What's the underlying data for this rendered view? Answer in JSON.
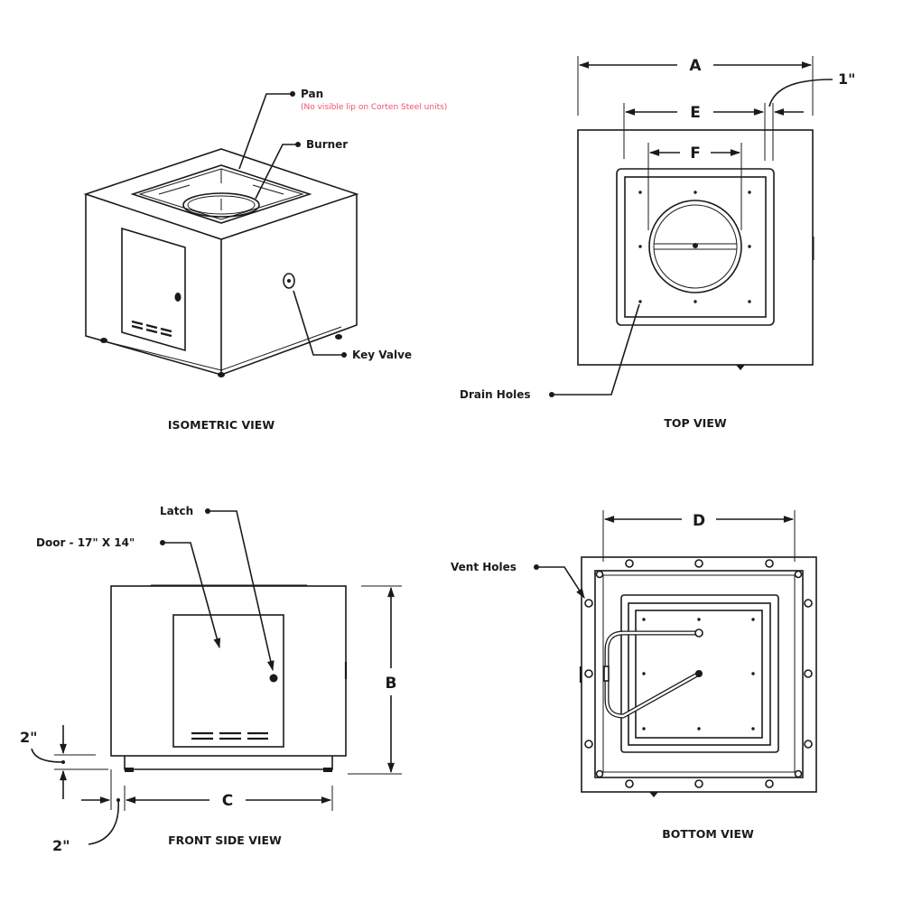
{
  "views": {
    "isometric": {
      "title": "ISOMETRIC VIEW",
      "callouts": {
        "pan": "Pan",
        "pan_note": "(No visible lip on Corten Steel units)",
        "burner": "Burner",
        "key_valve": "Key Valve"
      }
    },
    "top": {
      "title": "TOP VIEW",
      "dimensions": {
        "a": "A",
        "e": "E",
        "f": "F",
        "offset": "1\""
      },
      "callouts": {
        "drain_holes": "Drain Holes"
      }
    },
    "front_side": {
      "title": "FRONT SIDE VIEW",
      "dimensions": {
        "b": "B",
        "c": "C",
        "leg_height": "2\"",
        "leg_inset": "2\""
      },
      "callouts": {
        "latch": "Latch",
        "door": "Door - 17\" X 14\""
      }
    },
    "bottom": {
      "title": "BOTTOM VIEW",
      "dimensions": {
        "d": "D"
      },
      "callouts": {
        "vent_holes": "Vent Holes"
      }
    }
  },
  "colors": {
    "line": "#1a1a1a",
    "note": "#f0506e",
    "background": "#ffffff"
  }
}
